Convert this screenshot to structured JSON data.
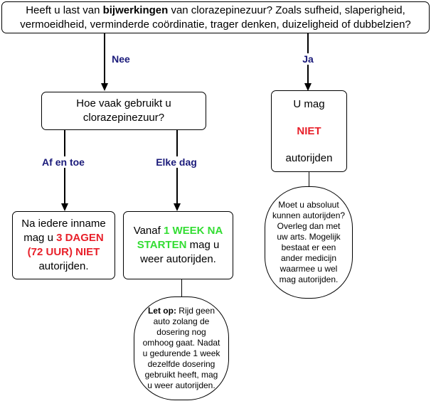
{
  "question": {
    "pre": "Heeft u last van ",
    "bold": "bijwerkingen",
    "post": " van clorazepinezuur? Zoals sufheid, slaperigheid,",
    "line2": "vermoeidheid, verminderde coördinatie, trager denken, duizeligheid of dubbelzien?"
  },
  "branches": {
    "nee": "Nee",
    "ja": "Ja",
    "af_en_toe": "Af en toe",
    "elke_dag": "Elke dag"
  },
  "frequency_box": {
    "line1": "Hoe vaak gebruikt u",
    "line2": "clorazepinezuur?"
  },
  "ja_box": {
    "line1": "U mag",
    "emph": "NIET",
    "line3": "autorijden"
  },
  "occasional_box": {
    "line1": "Na iedere inname",
    "line2_pre": "mag u ",
    "line2_emph": "3 DAGEN",
    "line3_emph": "(72 UUR) NIET",
    "line4": "autorijden."
  },
  "daily_box": {
    "line1_pre": "Vanaf ",
    "line1_emph": "1 WEEK NA",
    "line2_emph": "STARTEN",
    "line2_post": " mag u",
    "line3": "weer autorijden."
  },
  "ja_note": [
    "Moet u absoluut",
    "kunnen autorijden?",
    "Overleg dan met",
    "uw arts. Mogelijk",
    "bestaat er een",
    "ander medicijn",
    "waarmee u wel",
    "mag autorijden."
  ],
  "daily_note": {
    "bold": "Let op:",
    "first_rest": " Rijd geen",
    "lines": [
      "auto zolang de",
      "dosering nog",
      "omhoog gaat. Nadat",
      "u gedurende 1 week",
      "dezelfde dosering",
      "gebruikt heeft, mag",
      "u weer autorijden."
    ]
  },
  "colors": {
    "label": "#1a1a7a",
    "warning": "#e8202a",
    "positive": "#33dd33"
  }
}
